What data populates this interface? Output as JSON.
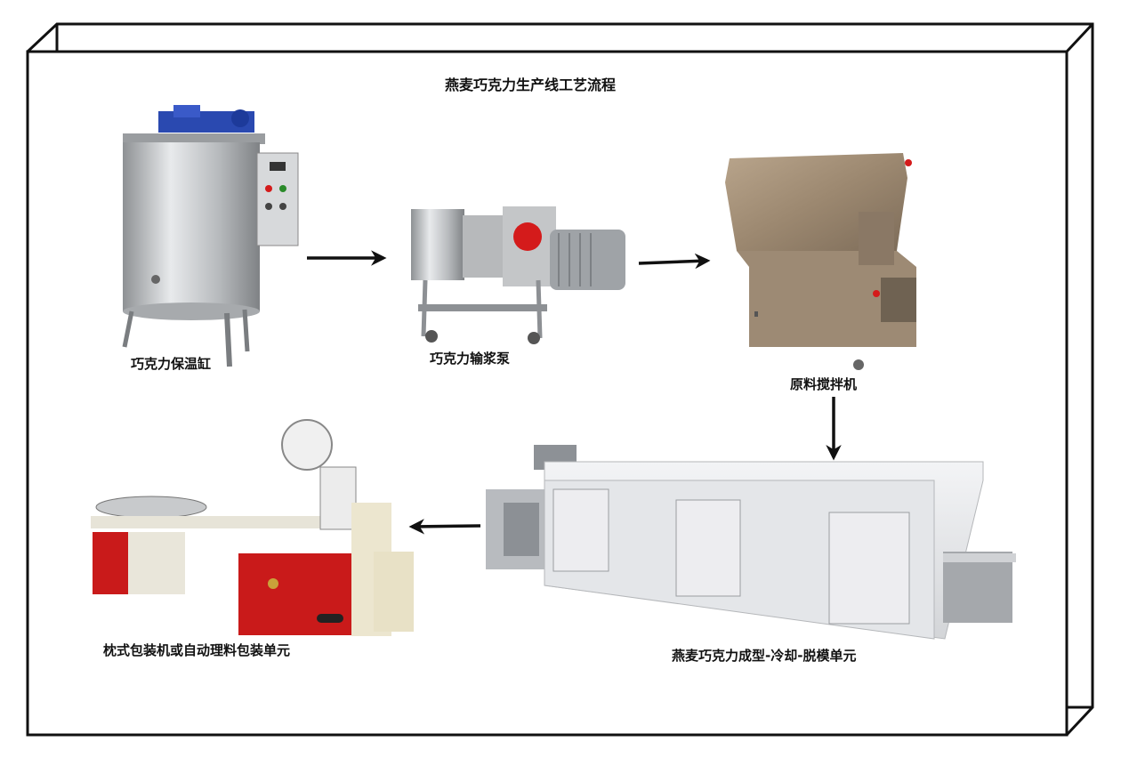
{
  "title": "燕麦巧克力生产线工艺流程",
  "steps": [
    {
      "label": "巧克力保温缸"
    },
    {
      "label": "巧克力输浆泵"
    },
    {
      "label": "原料搅拌机"
    },
    {
      "label": "燕麦巧克力成型-冷却-脱模单元"
    },
    {
      "label": "枕式包装机或自动理料包装单元"
    }
  ],
  "colors": {
    "steel": "#c9cbcd",
    "motor_blue": "#1d3a9a",
    "accent_red": "#d41b1b",
    "cabinet_white": "#e9eaec",
    "mixer_bronze": "#a8927a"
  }
}
